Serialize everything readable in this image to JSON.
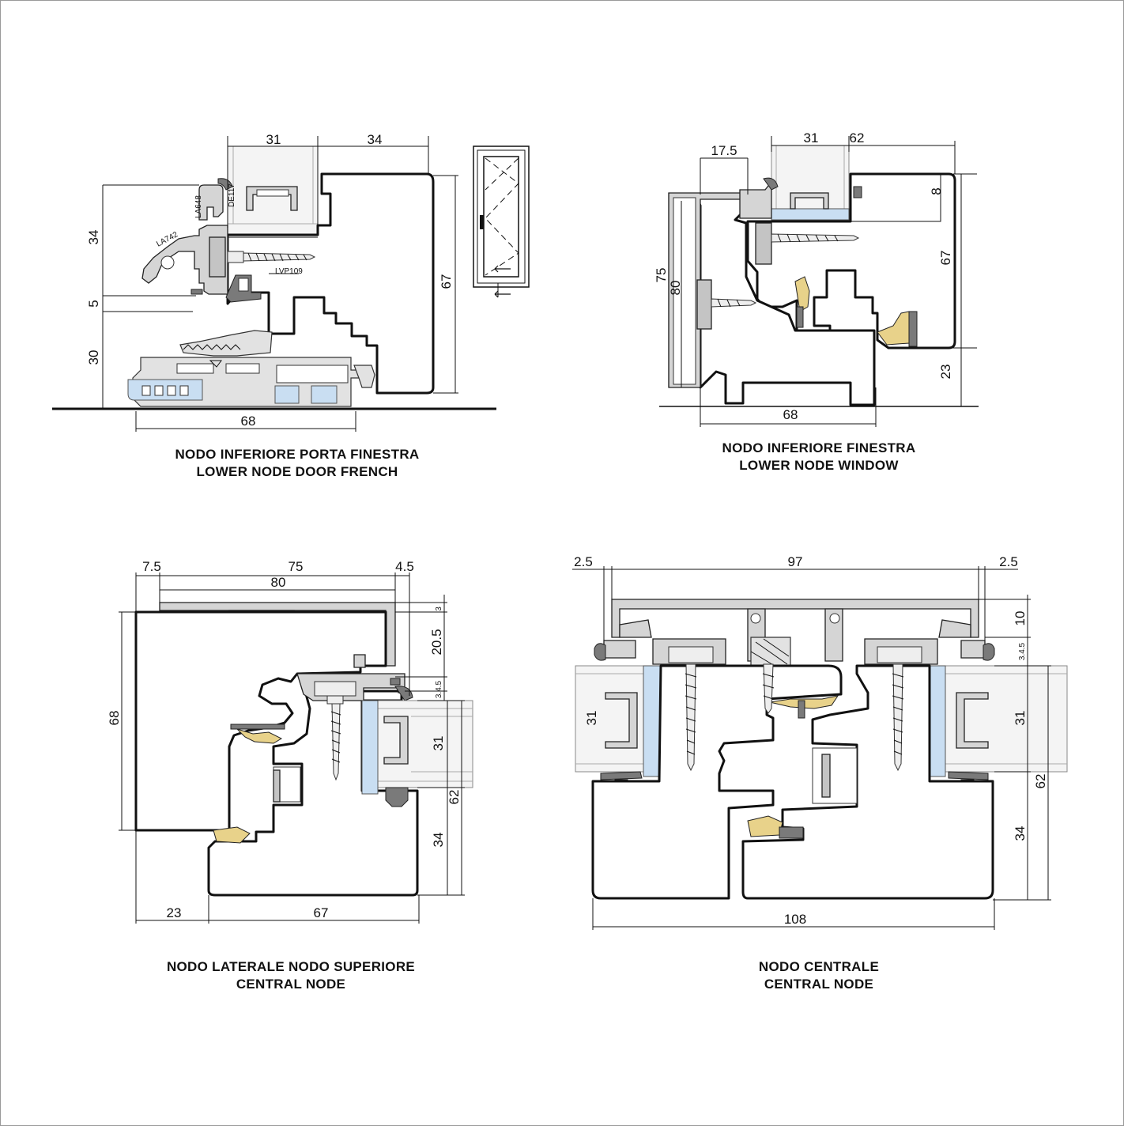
{
  "panels": [
    {
      "caption_it": "NODO INFERIORE PORTA FINESTRA",
      "caption_en": "LOWER NODE DOOR FRENCH",
      "dims": [
        "31",
        "34",
        "34",
        "5",
        "30",
        "68",
        "67"
      ],
      "codes": [
        "LA648",
        "DE117",
        "LA742",
        "LVP109"
      ]
    },
    {
      "caption_it": "NODO INFERIORE FINESTRA",
      "caption_en": "LOWER NODE WINDOW",
      "dims": [
        "17.5",
        "31",
        "62",
        "8",
        "67",
        "75",
        "80",
        "23",
        "68"
      ]
    },
    {
      "caption_it": "NODO LATERALE NODO SUPERIORE",
      "caption_en": "CENTRAL NODE",
      "dims": [
        "7.5",
        "75",
        "4.5",
        "80",
        "3",
        "20.5",
        "3.4.5",
        "68",
        "31",
        "62",
        "34",
        "23",
        "67"
      ]
    },
    {
      "caption_it": "NODO CENTRALE",
      "caption_en": "CENTRAL NODE",
      "dims": [
        "2.5",
        "97",
        "2.5",
        "10",
        "3.4.5",
        "31",
        "31",
        "62",
        "34",
        "108"
      ]
    }
  ],
  "colors": {
    "line": "#111111",
    "aluminium": "#d5d5d5",
    "glass_edge": "#c9def2",
    "seal": "#e8d28a",
    "border": "#999999"
  }
}
